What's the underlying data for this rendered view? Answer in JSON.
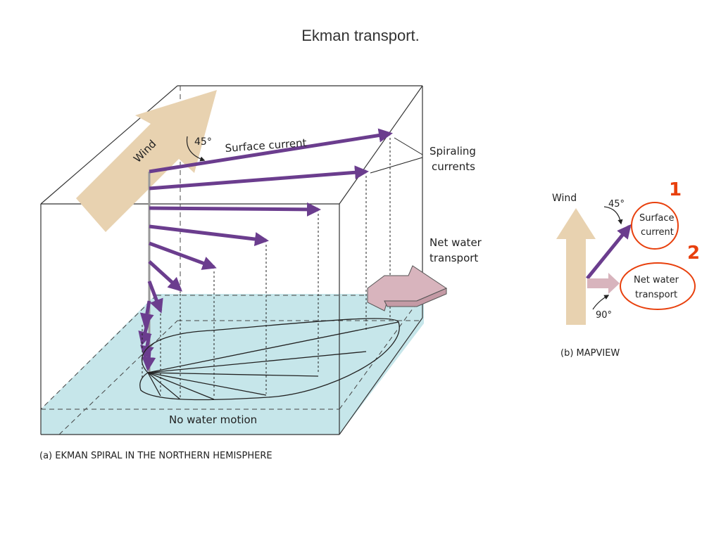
{
  "title": "Ekman transport.",
  "panel_a": {
    "wind_label": "Wind",
    "angle_label": "45°",
    "surface_current_label": "Surface current",
    "spiraling_label_1": "Spiraling",
    "spiraling_label_2": "currents",
    "net_transport_label_1": "Net water",
    "net_transport_label_2": "transport",
    "no_motion_label": "No water motion",
    "caption": "(a) EKMAN SPIRAL IN THE NORTHERN HEMISPHERE"
  },
  "panel_b": {
    "wind_label": "Wind",
    "angle_45_label": "45°",
    "angle_90_label": "90°",
    "surface_current_label_1": "Surface",
    "surface_current_label_2": "current",
    "net_transport_label_1": "Net water",
    "net_transport_label_2": "transport",
    "caption": "(b) MAPVIEW",
    "marker_1": "1",
    "marker_2": "2"
  },
  "colors": {
    "arrow_purple": "#6b3d8e",
    "wind_tan": "#e8d2b0",
    "water": "#c6e6ea",
    "transport_pink": "#d8b4bd",
    "highlight_red": "#e8400d"
  }
}
